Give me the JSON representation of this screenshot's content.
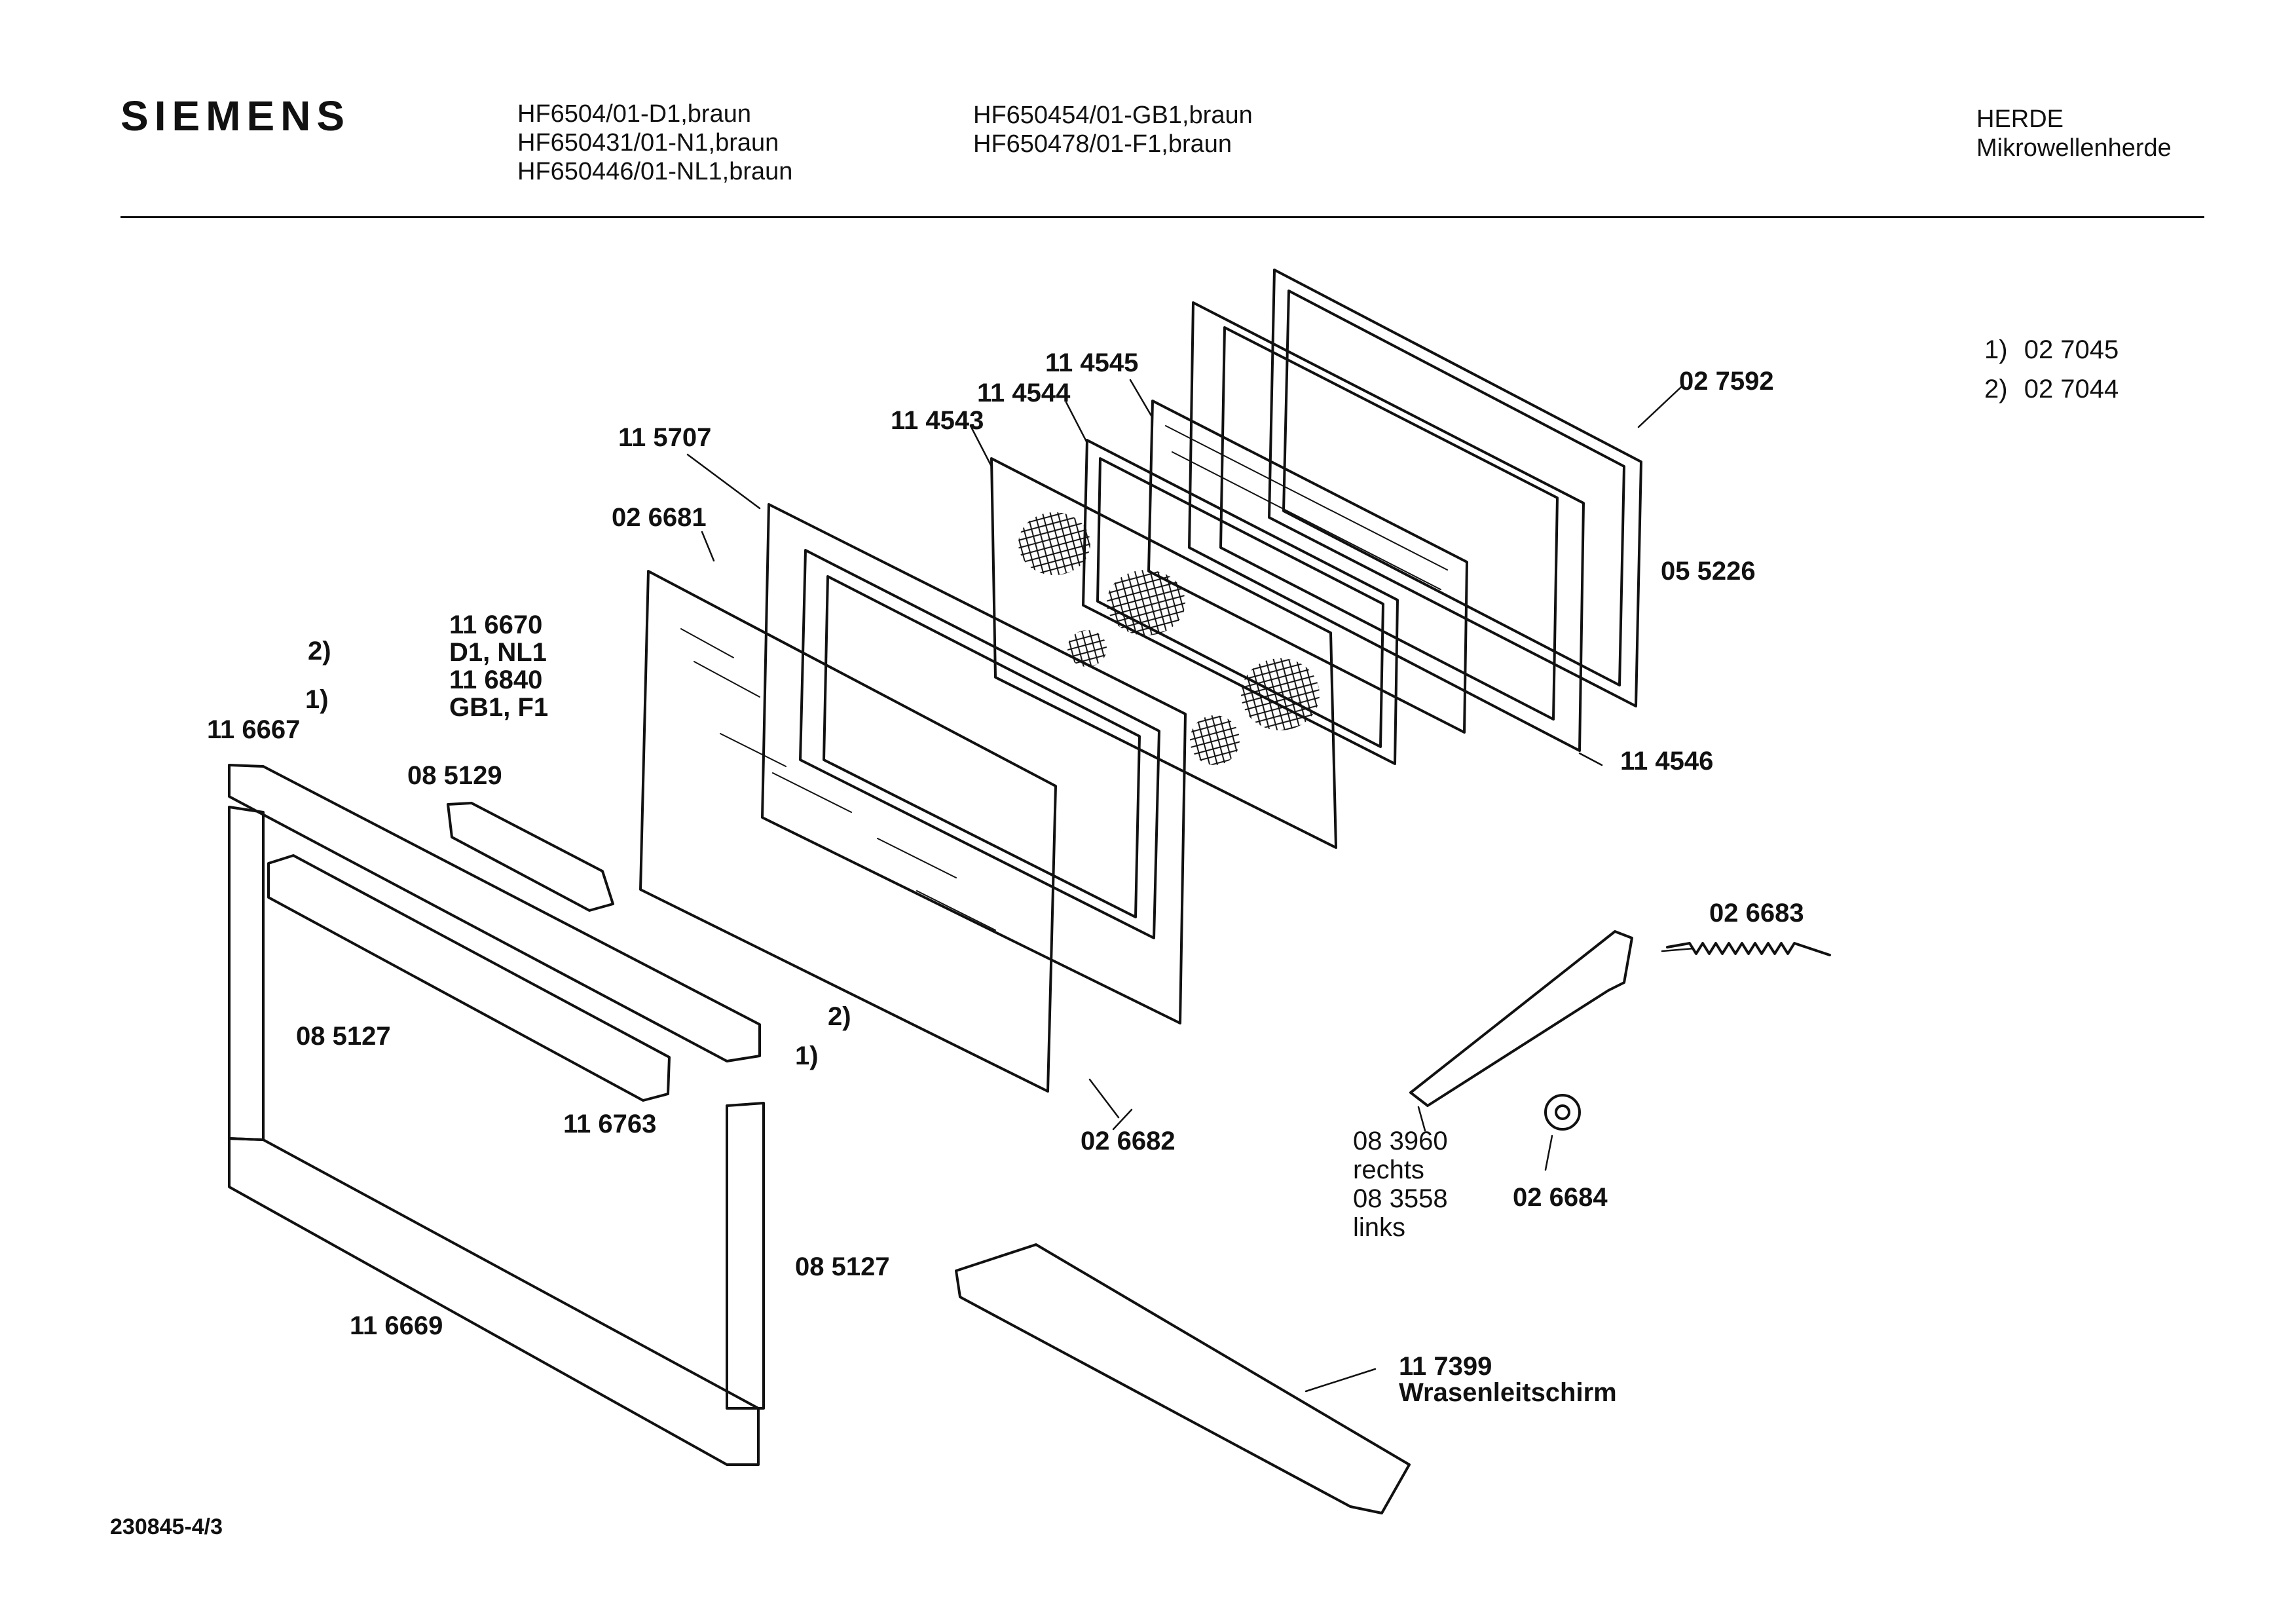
{
  "header": {
    "brand": "SIEMENS",
    "models_col1": [
      "HF6504/01-D1,braun",
      "HF650431/01-N1,braun",
      "HF650446/01-NL1,braun"
    ],
    "models_col2": [
      "HF650454/01-GB1,braun",
      "HF650478/01-F1,braun"
    ],
    "category": "HERDE",
    "subcategory": "Mikrowellenherde"
  },
  "legend": [
    {
      "mark": "1)",
      "part": "02 7045"
    },
    {
      "mark": "2)",
      "part": "02 7044"
    }
  ],
  "parts": {
    "p114545": "11 4545",
    "p114544": "11 4544",
    "p114543": "11 4543",
    "p115707": "11 5707",
    "p027592": "02 7592",
    "p026681": "02 6681",
    "p116670": "11 6670",
    "v_d1nl1": "D1, NL1",
    "p116840": "11 6840",
    "v_gb1f1": "GB1, F1",
    "m2_top": "2)",
    "m1_top": "1)",
    "p116667": "11 6667",
    "p085129": "08 5129",
    "p055226": "05 5226",
    "p114546": "11 4546",
    "p026683": "02 6683",
    "m2_mid": "2)",
    "m1_mid": "1)",
    "p085127_left": "08 5127",
    "p116763": "11 6763",
    "p026682": "02 6682",
    "p083960": "08 3960",
    "rechts": "rechts",
    "p083558": "08 3558",
    "links": "links",
    "p026684": "02 6684",
    "p085127_right": "08 5127",
    "p116669": "11 6669",
    "p117399": "11 7399",
    "wrasen": "Wrasenleitschirm"
  },
  "footer": {
    "drawing_no": "230845-4/3"
  }
}
